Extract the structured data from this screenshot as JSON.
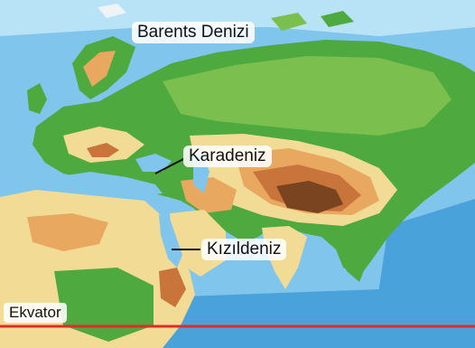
{
  "map": {
    "colors": {
      "ocean_deep": "#4aa2da",
      "ocean_mid": "#7fc5ec",
      "ocean_shallow": "#b8e3f6",
      "lowland": "#4ea93e",
      "lowland_light": "#7bbf4e",
      "upland": "#f2dc95",
      "hills": "#e8a860",
      "mountains": "#c8743a",
      "high_plateau": "#7a4420",
      "ice": "#eef3f6",
      "equator_line": "#e02b2b",
      "pointer_line": "#111111"
    },
    "labels": {
      "barents": "Barents Denizi",
      "black_sea": "Karadeniz",
      "red_sea": "Kızıldeniz",
      "equator": "Ekvator"
    }
  }
}
